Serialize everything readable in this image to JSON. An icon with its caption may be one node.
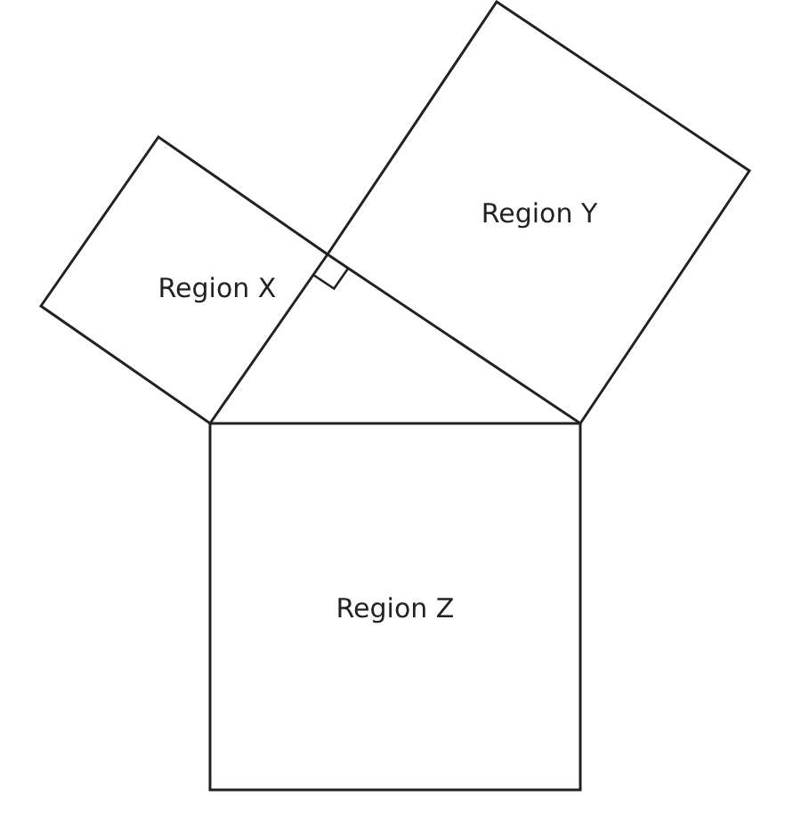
{
  "diagram": {
    "nodes": [
      {
        "text": [
          "Region X"
        ]
      },
      {
        "text": [
          "Region Y"
        ]
      },
      {
        "text": [
          "Region Z"
        ]
      }
    ]
  }
}
